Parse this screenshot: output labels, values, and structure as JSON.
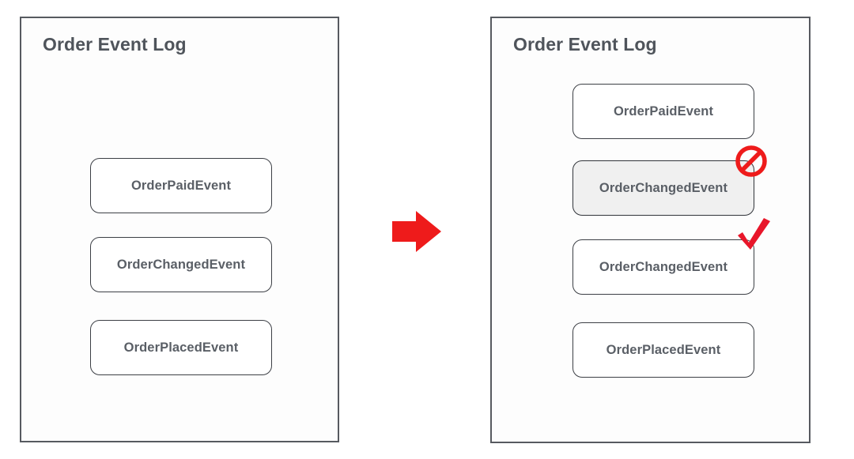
{
  "diagram": {
    "type": "before-after-comparison",
    "accent_color": "#ee1b1b",
    "panel_border_color": "#575a60",
    "text_color": "#5a5f66",
    "title_color": "#4f545b",
    "highlight_fill": "#f0f0f0"
  },
  "before_panel": {
    "title": "Order Event Log",
    "events": [
      {
        "label": "OrderPaidEvent",
        "state": "normal"
      },
      {
        "label": "OrderChangedEvent",
        "state": "normal"
      },
      {
        "label": "OrderPlacedEvent",
        "state": "normal"
      }
    ]
  },
  "after_panel": {
    "title": "Order Event Log",
    "events": [
      {
        "label": "OrderPaidEvent",
        "state": "normal",
        "annotation": "none"
      },
      {
        "label": "OrderChangedEvent",
        "state": "highlighted",
        "annotation": "prohibited"
      },
      {
        "label": "OrderChangedEvent",
        "state": "normal",
        "annotation": "accepted"
      },
      {
        "label": "OrderPlacedEvent",
        "state": "normal",
        "annotation": "none"
      }
    ]
  },
  "transition": {
    "icon": "right-arrow-icon",
    "color": "#ee1b1b"
  },
  "icons": {
    "prohibited": "no-entry-icon",
    "accepted": "check-mark-icon"
  }
}
